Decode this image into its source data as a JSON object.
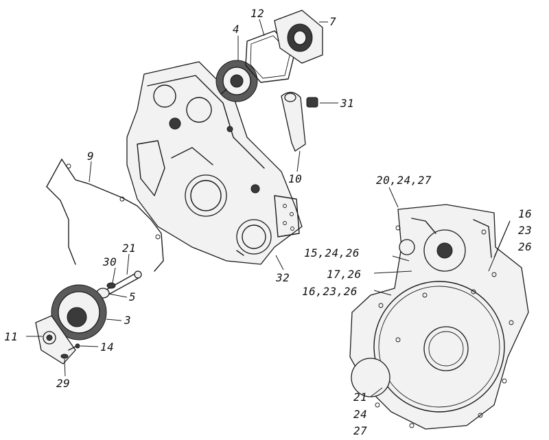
{
  "callouts": [
    {
      "id": "c4",
      "text": "4"
    },
    {
      "id": "c12",
      "text": "12"
    },
    {
      "id": "c7",
      "text": "7"
    },
    {
      "id": "c31",
      "text": "31"
    },
    {
      "id": "c9",
      "text": "9"
    },
    {
      "id": "c10",
      "text": "10"
    },
    {
      "id": "c32",
      "text": "32"
    },
    {
      "id": "c21a",
      "text": "21"
    },
    {
      "id": "c30",
      "text": "30"
    },
    {
      "id": "c5",
      "text": "5"
    },
    {
      "id": "c3",
      "text": "3"
    },
    {
      "id": "c11",
      "text": "11"
    },
    {
      "id": "c14",
      "text": "14"
    },
    {
      "id": "c29",
      "text": "29"
    },
    {
      "id": "c20",
      "text": "20,24,27"
    },
    {
      "id": "c16a",
      "text": "16"
    },
    {
      "id": "c23a",
      "text": "23"
    },
    {
      "id": "c26a",
      "text": "26"
    },
    {
      "id": "c15",
      "text": "15,24,26"
    },
    {
      "id": "c17",
      "text": "17,26"
    },
    {
      "id": "c16b",
      "text": "16,23,26"
    },
    {
      "id": "c21b",
      "text": "21"
    },
    {
      "id": "c24b",
      "text": "24"
    },
    {
      "id": "c27b",
      "text": "27"
    }
  ]
}
